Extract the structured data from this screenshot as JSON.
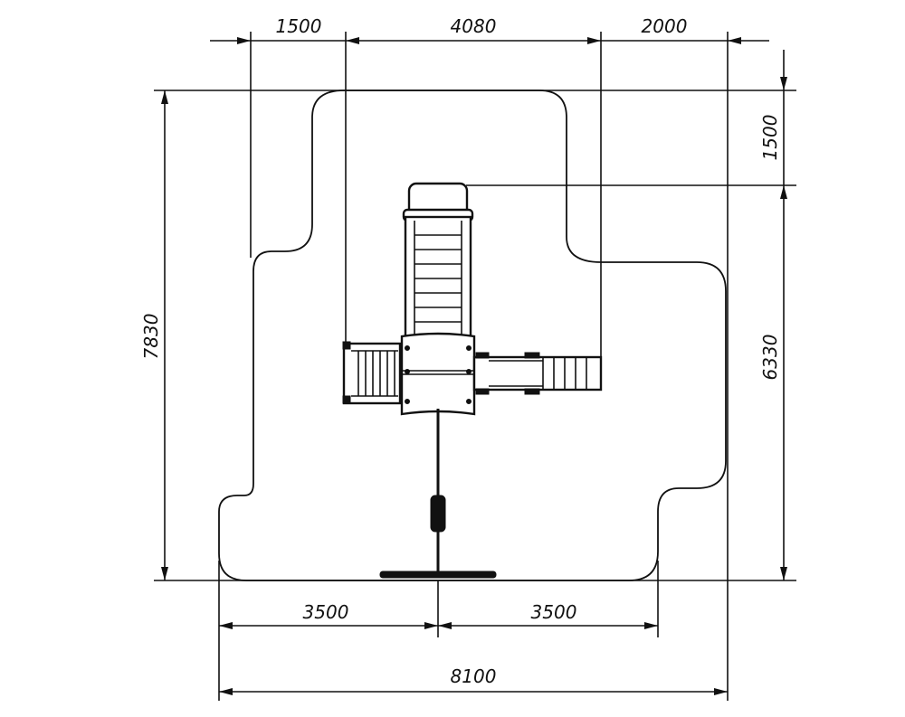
{
  "dimensions": {
    "top_left": "1500",
    "top_middle": "4080",
    "top_right": "2000",
    "right_upper": "1500",
    "right_lower": "6330",
    "left_total": "7830",
    "bottom_left": "3500",
    "bottom_right": "3500",
    "bottom_total": "8100"
  }
}
